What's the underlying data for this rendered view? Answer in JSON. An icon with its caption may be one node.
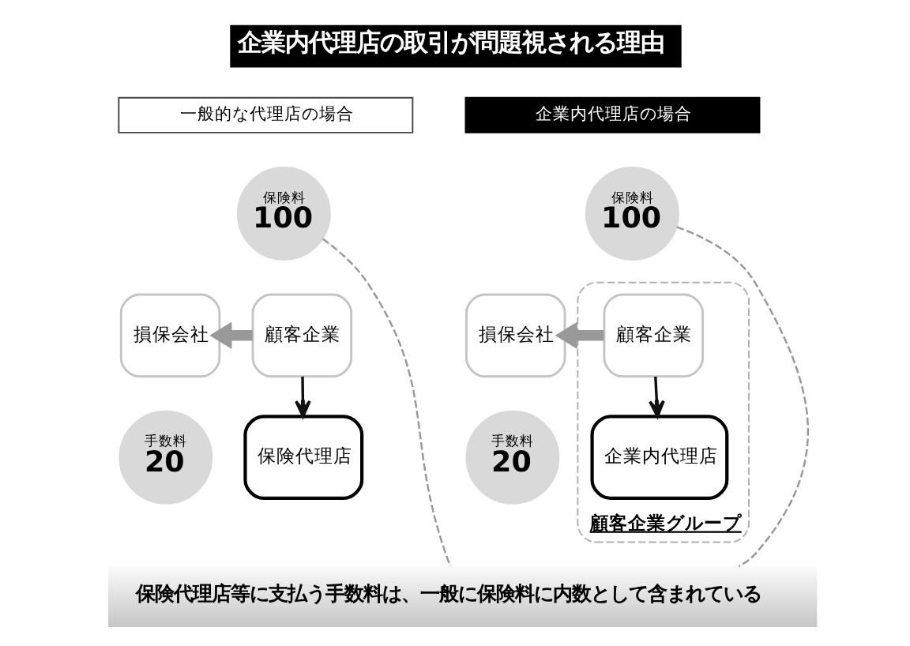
{
  "diagram": {
    "title": "企業内代理店の取引が問題視される理由",
    "nodes": [
      {
        "text": [
          "一般的な代理店の場合"
        ]
      },
      {
        "text": [
          "保険料",
          "100"
        ]
      },
      {
        "text": [
          "損保会社"
        ]
      },
      {
        "text": [
          "顧客企業"
        ]
      },
      {
        "text": [
          "手数料",
          "20"
        ]
      },
      {
        "text": [
          "保険代理店"
        ]
      },
      {
        "text": [
          "企業内代理店の場合"
        ]
      },
      {
        "text": [
          "保険料",
          "100"
        ]
      },
      {
        "text": [
          "損保会社"
        ]
      },
      {
        "text": [
          "顧客企業グループ"
        ]
      },
      {
        "text": [
          "顧客企業"
        ],
        "in": 9
      },
      {
        "text": [
          "企業内代理店"
        ],
        "in": 9
      },
      {
        "text": [
          "手数料",
          "20"
        ]
      },
      {
        "text": [
          "保険代理店等に支払う手数料は、一般に保険料に内数として含まれている"
        ]
      }
    ],
    "edges": [
      {
        "from": 3,
        "to": 2,
        "arrow": "to",
        "style": "thick"
      },
      {
        "from": 1,
        "to": 13,
        "arrow": "none",
        "style": "dashed"
      },
      {
        "from": 3,
        "to": 5,
        "arrow": "to",
        "color": "#111111"
      },
      {
        "from": 10,
        "to": 8,
        "arrow": "to",
        "style": "thick"
      },
      {
        "from": 7,
        "to": 13,
        "arrow": "none",
        "style": "dashed"
      },
      {
        "from": 10,
        "to": 11,
        "arrow": "to",
        "color": "#111111"
      }
    ]
  }
}
